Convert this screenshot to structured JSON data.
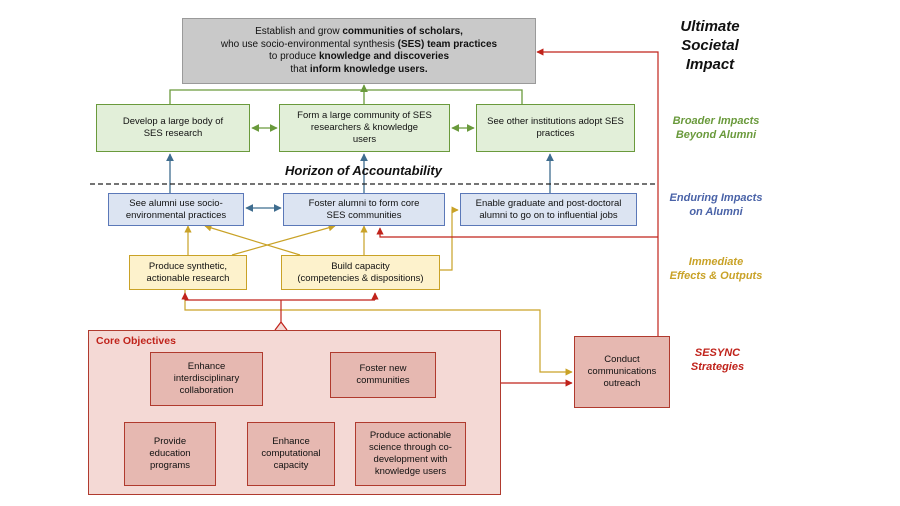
{
  "top_goal": {
    "line1_pre": "Establish and grow ",
    "line1_bold": "communities of scholars,",
    "line2_pre": "who use socio-environmental synthesis ",
    "line2_bold": "(SES) team practices",
    "line3_pre": "to produce ",
    "line3_bold": "knowledge and discoveries",
    "line4_pre": "that ",
    "line4_bold": "inform knowledge users."
  },
  "side_labels": {
    "ultimate": [
      "Ultimate",
      "Societal",
      "Impact"
    ],
    "broader": [
      "Broader Impacts",
      "Beyond Alumni"
    ],
    "enduring": [
      "Enduring Impacts",
      "on Alumni"
    ],
    "immediate": [
      "Immediate",
      "Effects & Outputs"
    ],
    "sesync": [
      "SESYNC",
      "Strategies"
    ]
  },
  "horizon_label": "Horizon of Accountability",
  "broader_boxes": [
    [
      "Develop a large body of",
      "SES research"
    ],
    [
      "Form a large community of SES",
      "researchers & knowledge",
      "users"
    ],
    [
      "See other institutions adopt SES",
      "practices"
    ]
  ],
  "enduring_boxes": [
    [
      "See alumni use socio-",
      "environmental practices"
    ],
    [
      "Foster alumni to form core",
      "SES communities"
    ],
    [
      "Enable graduate and post-doctoral",
      "alumni to go on to influential jobs"
    ]
  ],
  "immediate_boxes": [
    [
      "Produce synthetic,",
      "actionable research"
    ],
    [
      "Build capacity",
      "(competencies & dispositions)"
    ]
  ],
  "core": {
    "title": "Core Objectives",
    "boxes": [
      [
        "Enhance",
        "interdisciplinary",
        "collaboration"
      ],
      [
        "Foster new",
        "communities"
      ],
      [
        "Provide",
        "education",
        "programs"
      ],
      [
        "Enhance",
        "computational",
        "capacity"
      ],
      [
        "Produce actionable",
        "science through co-",
        "development with",
        "knowledge users"
      ]
    ]
  },
  "outreach": [
    "Conduct",
    "communications",
    "outreach"
  ],
  "colors": {
    "green": "#6a9a3c",
    "blue": "#5b78b8",
    "gold": "#c9a227",
    "red": "#c0231b",
    "grey_arrow": "#3f6d8f"
  }
}
